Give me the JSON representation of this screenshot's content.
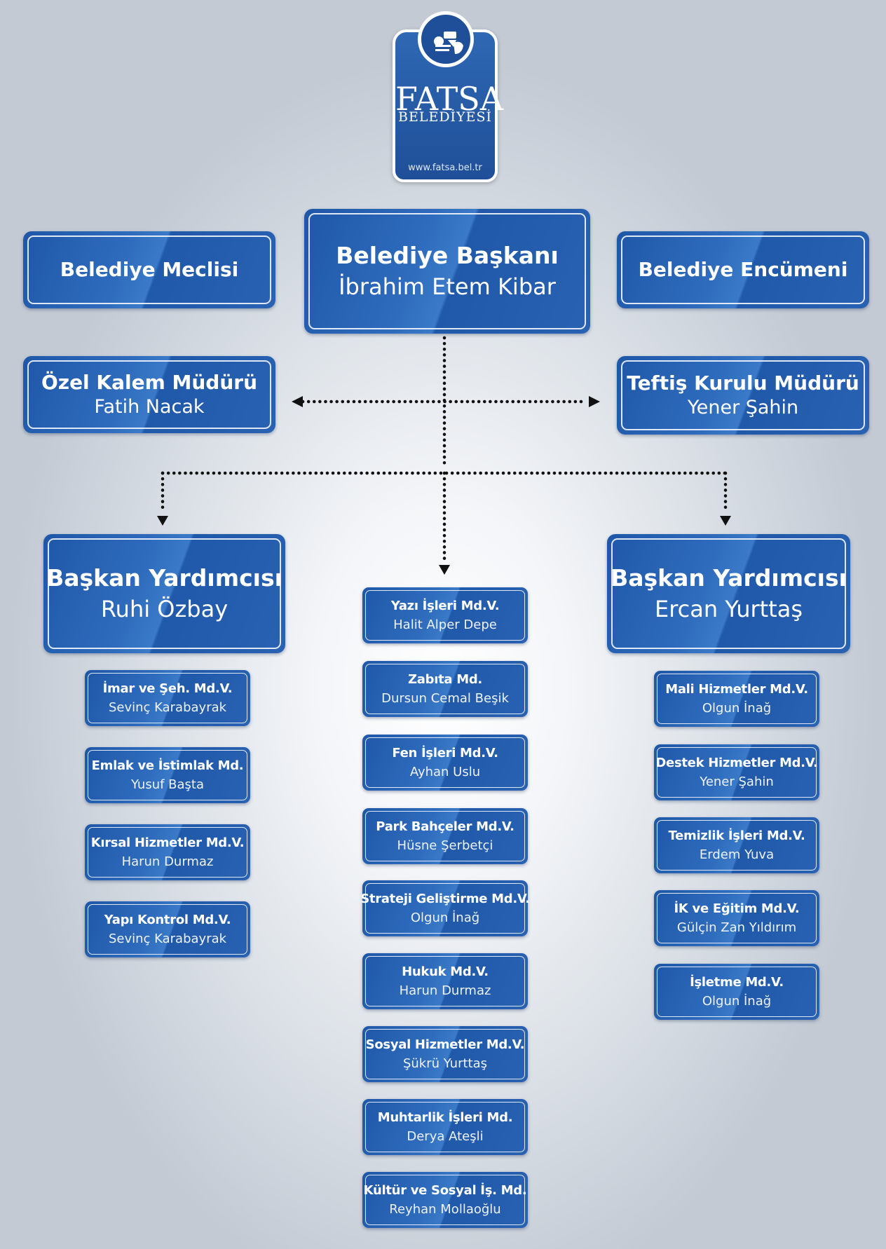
{
  "logo": {
    "name": "FATSA",
    "subtitle": "BELEDİYESİ",
    "url": "www.fatsa.bel.tr"
  },
  "top": {
    "council": "Belediye Meclisi",
    "mayor_title": "Belediye Başkanı",
    "mayor_name": "İbrahim Etem Kibar",
    "committee": "Belediye Encümeni"
  },
  "staff": {
    "private_office_title": "Özel Kalem Müdürü",
    "private_office_name": "Fatih Nacak",
    "inspection_title": "Teftiş Kurulu Müdürü",
    "inspection_name": "Yener Şahin"
  },
  "deputies": {
    "left_title": "Başkan Yardımcısı",
    "left_name": "Ruhi Özbay",
    "right_title": "Başkan Yardımcısı",
    "right_name": "Ercan Yurttaş"
  },
  "left_units": [
    {
      "title": "İmar ve Şeh. Md.V.",
      "name": "Sevinç Karabayrak"
    },
    {
      "title": "Emlak ve İstimlak Md.",
      "name": "Yusuf Başta"
    },
    {
      "title": "Kırsal Hizmetler Md.V.",
      "name": "Harun  Durmaz"
    },
    {
      "title": "Yapı Kontrol Md.V.",
      "name": "Sevinç Karabayrak"
    }
  ],
  "center_units": [
    {
      "title": "Yazı İşleri Md.V.",
      "name": "Halit Alper Depe"
    },
    {
      "title": "Zabıta Md.",
      "name": "Dursun Cemal Beşik"
    },
    {
      "title": "Fen İşleri Md.V.",
      "name": "Ayhan Uslu"
    },
    {
      "title": "Park Bahçeler Md.V.",
      "name": "Hüsne Şerbetçi"
    },
    {
      "title": "Strateji Geliştirme Md.V.",
      "name": "Olgun İnağ"
    },
    {
      "title": "Hukuk Md.V.",
      "name": "Harun Durmaz"
    },
    {
      "title": "Sosyal Hizmetler Md.V.",
      "name": "Şükrü Yurttaş"
    },
    {
      "title": "Muhtarlik İşleri Md.",
      "name": "Derya Ateşli"
    },
    {
      "title": "Kültür ve Sosyal İş. Md.",
      "name": "Reyhan Mollaoğlu"
    }
  ],
  "right_units": [
    {
      "title": "Mali Hizmetler Md.V.",
      "name": "Olgun İnağ"
    },
    {
      "title": "Destek Hizmetler Md.V.",
      "name": "Yener Şahin"
    },
    {
      "title": "Temizlik İşleri Md.V.",
      "name": "Erdem Yuva"
    },
    {
      "title": "İK ve Eğitim Md.V.",
      "name": "Gülçin Zan Yıldırım"
    },
    {
      "title": "İşletme Md.V.",
      "name": "Olgun İnağ"
    }
  ],
  "colors": {
    "box_blue": "#2a62b3",
    "background": "#c3cad4",
    "connector": "#111111"
  }
}
